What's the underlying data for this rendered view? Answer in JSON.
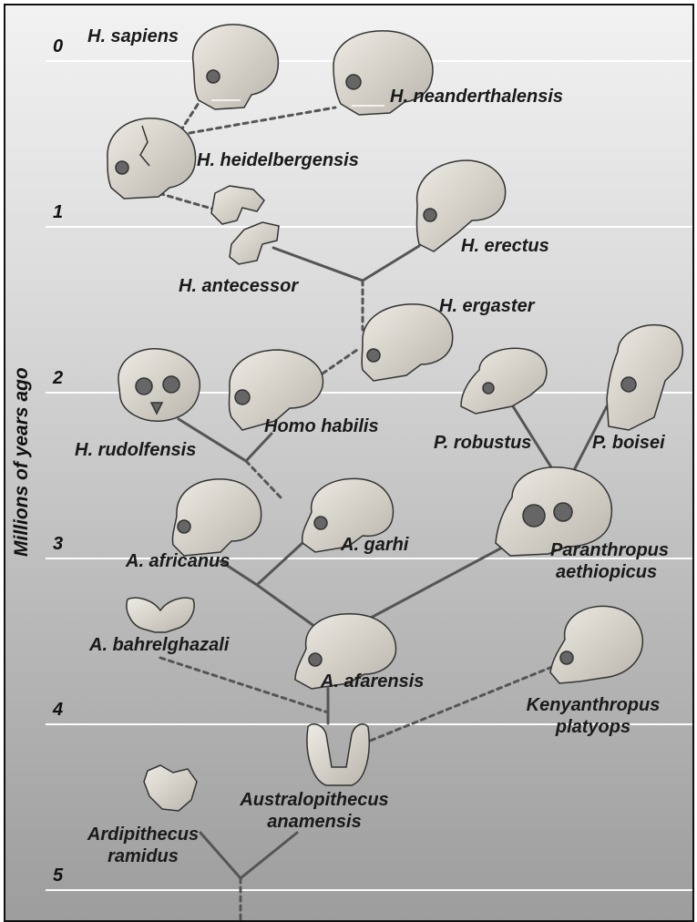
{
  "axis": {
    "label": "Millions of years ago",
    "ticks": [
      "0",
      "1",
      "2",
      "3",
      "4",
      "5"
    ]
  },
  "species": {
    "sapiens": "H. sapiens",
    "neanderthalensis": "H. neanderthalensis",
    "heidelbergensis": "H. heidelbergensis",
    "erectus": "H. erectus",
    "antecessor": "H. antecessor",
    "ergaster": "H. ergaster",
    "habilis": "Homo habilis",
    "rudolfensis": "H. rudolfensis",
    "robustus": "P. robustus",
    "boisei": "P. boisei",
    "africanus": "A. africanus",
    "garhi": "A. garhi",
    "aethiopicus_1": "Paranthropus",
    "aethiopicus_2": "aethiopicus",
    "bahrelghazali": "A. bahrelghazali",
    "afarensis": "A. afarensis",
    "kenyanthropus_1": "Kenyanthropus",
    "kenyanthropus_2": "platyops",
    "anamensis_1": "Australopithecus",
    "anamensis_2": "anamensis",
    "ardipithecus_1": "Ardipithecus",
    "ardipithecus_2": "ramidus"
  },
  "colors": {
    "line": "#555555",
    "skull_fill": "#d9d6cf",
    "skull_stroke": "#333333"
  }
}
